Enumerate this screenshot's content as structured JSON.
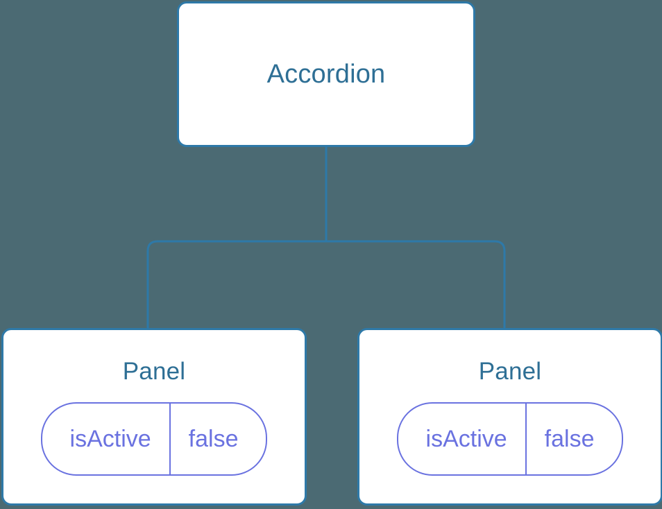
{
  "diagram": {
    "type": "component-tree",
    "background_color": "#4b6a73",
    "node_border_color": "#2e79a8",
    "node_fill_color": "#ffffff",
    "node_title_color": "#2e6f95",
    "state_color": "#6a72e0",
    "connector_color": "#2e79a8",
    "root": {
      "id": "accordion",
      "title": "Accordion"
    },
    "children": [
      {
        "id": "panel-left",
        "title": "Panel",
        "state": {
          "key": "isActive",
          "value": "false"
        }
      },
      {
        "id": "panel-right",
        "title": "Panel",
        "state": {
          "key": "isActive",
          "value": "false"
        }
      }
    ],
    "edges": [
      {
        "from": "accordion",
        "to": "panel-left"
      },
      {
        "from": "accordion",
        "to": "panel-right"
      }
    ]
  }
}
